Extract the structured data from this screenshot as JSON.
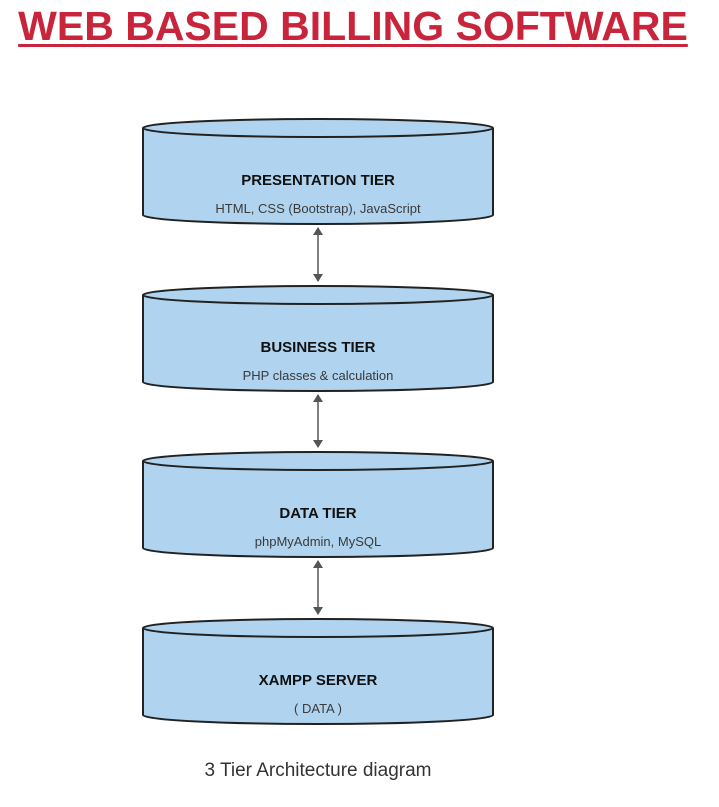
{
  "title": "WEB BASED BILLING SOFTWARE",
  "colors": {
    "title": "#c8253d",
    "cylinder_fill": "#b0d4ef",
    "cylinder_stroke": "#222222",
    "arrow": "#555555"
  },
  "tiers": [
    {
      "name": "PRESENTATION TIER",
      "detail": "HTML, CSS (Bootstrap), JavaScript"
    },
    {
      "name": "BUSINESS TIER",
      "detail": "PHP classes & calculation"
    },
    {
      "name": "DATA TIER",
      "detail": "phpMyAdmin, MySQL"
    },
    {
      "name": "XAMPP SERVER",
      "detail": "( DATA )"
    }
  ],
  "connectors": [
    {
      "from": "PRESENTATION TIER",
      "to": "BUSINESS TIER",
      "direction": "bidirectional"
    },
    {
      "from": "BUSINESS TIER",
      "to": "DATA TIER",
      "direction": "bidirectional"
    },
    {
      "from": "DATA TIER",
      "to": "XAMPP SERVER",
      "direction": "bidirectional"
    }
  ],
  "caption": "3 Tier Architecture diagram"
}
